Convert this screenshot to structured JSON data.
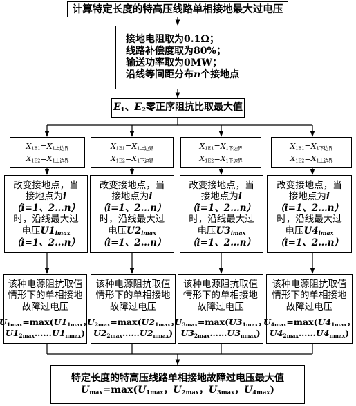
{
  "top": "计算特定长度的特高压线路单相接地最大过电压",
  "params": {
    "l1a": "接地电阻取为",
    "l1b": "0.1Ω",
    "l1c": "；",
    "l2a": "线路补偿度取为",
    "l2b": "80%",
    "l2c": "；",
    "l3a": "输送功率取为",
    "l3b": "0MW",
    "l3c": "；",
    "l4a": "沿线等间距分布",
    "l4n": "n",
    "l4b": "个接地点"
  },
  "ratio": {
    "e1": "E",
    "s1": "1",
    "sep": "、",
    "e2": "E",
    "s2": "2",
    "text": "零正序阻抗比取最大值"
  },
  "cols": [
    {
      "x1": "X",
      "x1s": "1E1",
      "x1eq": "=X",
      "x1b": "1上边界",
      "x2": "X",
      "x2s": "1E2",
      "x2eq": "=X",
      "x2b": "1上边界",
      "p1": "改变接地点，当",
      "p2a": "接地点为",
      "p2b": "i",
      "p3": "（i=1、2…n）",
      "p4": "时，沿线最大过",
      "p5a": "电压",
      "p5b": "U1",
      "p5s": "imax",
      "p6": "（i=1、2…n）",
      "f1": "该种电源阻抗取值",
      "f2": "情形下的单相接地",
      "f3": "故障过电压",
      "m1a": "U",
      "m1s": "1max",
      "m1b": "=max(",
      "m1c": "U1",
      "m1cs": "1max",
      "m1d": "，",
      "m2a": "U1",
      "m2as": "2max",
      "m2b": "……",
      "m2c": "U1",
      "m2cs": "nmax",
      "m2d": ")"
    },
    {
      "x1": "X",
      "x1s": "1E1",
      "x1eq": "=X",
      "x1b": "1上边界",
      "x2": "X",
      "x2s": "1E2",
      "x2eq": "=X",
      "x2b": "1下边界",
      "p1": "改变接地点，当",
      "p2a": "接地点为",
      "p2b": "i",
      "p3": "（i=1、2…n）",
      "p4": "时，沿线最大过",
      "p5a": "电压",
      "p5b": "U2",
      "p5s": "imax",
      "p6": "（i=1、2…n）",
      "f1": "该种电源阻抗取值",
      "f2": "情形下的单相接地",
      "f3": "故障过电压",
      "m1a": "U",
      "m1s": "2max",
      "m1b": "=max(",
      "m1c": "U2",
      "m1cs": "1max",
      "m1d": "，",
      "m2a": "U2",
      "m2as": "2max",
      "m2b": "……",
      "m2c": "U2",
      "m2cs": "nmax",
      "m2d": ")"
    },
    {
      "x1": "X",
      "x1s": "1E1",
      "x1eq": "=X",
      "x1b": "1下边界",
      "x2": "X",
      "x2s": "1E2",
      "x2eq": "=X",
      "x2b": "1下边界",
      "p1": "改变接地点，当",
      "p2a": "接地点为",
      "p2b": "i",
      "p3": "（i=1、2…n）",
      "p4": "时，沿线最大过",
      "p5a": "电压",
      "p5b": "U3",
      "p5s": "imax",
      "p6": "（i=1、2…n）",
      "f1": "该种电源阻抗取值",
      "f2": "情形下的单相接地",
      "f3": "故障过电压",
      "m1a": "U",
      "m1s": "3max",
      "m1b": "=max(",
      "m1c": "U3",
      "m1cs": "1max",
      "m1d": "，",
      "m2a": "U3",
      "m2as": "2max",
      "m2b": "……",
      "m2c": "U3",
      "m2cs": "nmax",
      "m2d": ")"
    },
    {
      "x1": "X",
      "x1s": "1E1",
      "x1eq": "=X",
      "x1b": "1下边界",
      "x2": "X",
      "x2s": "1E2",
      "x2eq": "=X",
      "x2b": "1上边界",
      "p1": "改变接地点，当",
      "p2a": "接地点为",
      "p2b": "i",
      "p3": "（i=1、2…n）",
      "p4": "时，沿线最大过",
      "p5a": "电压",
      "p5b": "U4",
      "p5s": "imax",
      "p6": "（i=1、2…n）",
      "f1": "该种电源阻抗取值",
      "f2": "情形下的单相接地",
      "f3": "故障过电压",
      "m1a": "U",
      "m1s": "4max",
      "m1b": "=max(",
      "m1c": "U4",
      "m1cs": "1max",
      "m1d": "，",
      "m2a": "U4",
      "m2as": "2max",
      "m2b": "……",
      "m2c": "U4",
      "m2cs": "nmax",
      "m2d": ")"
    }
  ],
  "final": {
    "l1": "特定长度的特高压线路单相接地故障过电压最大值",
    "ua": "U",
    "us": "max",
    "ub": "=max(",
    "u1": "U",
    "u1s": "1max",
    "c1": "，",
    "u2": "U",
    "u2s": "2max",
    "c2": "，",
    "u3": "U",
    "u3s": "3max",
    "c3": "，",
    "u4": "U",
    "u4s": "4max",
    "end": ")"
  }
}
